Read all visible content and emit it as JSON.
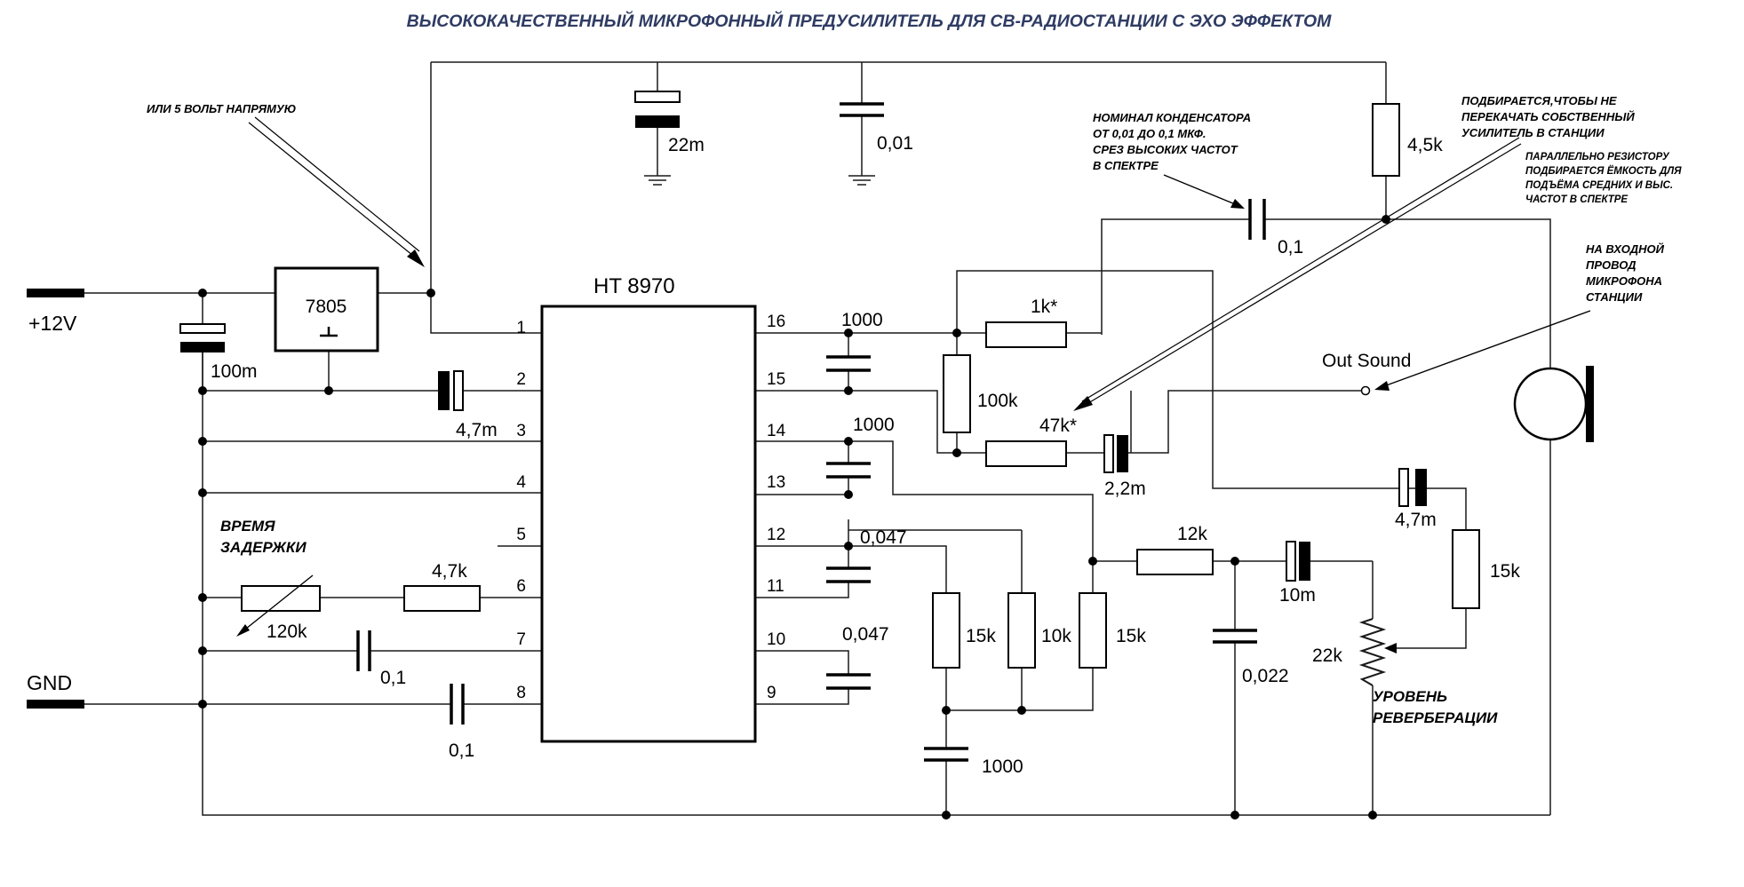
{
  "title": "ВЫСОКОКАЧЕСТВЕННЫЙ МИКРОФОННЫЙ ПРЕДУСИЛИТЕЛЬ ДЛЯ СВ-РАДИОСТАНЦИИ С ЭХО ЭФФЕКТОМ",
  "ic": {
    "name": "HT 8970",
    "left_pins": [
      "1",
      "2",
      "3",
      "4",
      "5",
      "6",
      "7",
      "8"
    ],
    "right_pins": [
      "16",
      "15",
      "14",
      "13",
      "12",
      "11",
      "10",
      "9"
    ]
  },
  "regulator": {
    "name": "7805"
  },
  "terminals": {
    "power": "+12V",
    "ground": "GND",
    "output": "Out Sound"
  },
  "components": {
    "c_22m": "22m",
    "c_0_01": "0,01",
    "c_100m": "100m",
    "c_4_7m_pin2": "4,7m",
    "c_1000_top": "1000",
    "c_1000_mid": "1000",
    "c_0_047_a": "0,047",
    "c_0_047_b": "0,047",
    "c_1000_bottom": "1000",
    "c_0_1_pin7": "0,1",
    "c_0_1_pin8": "0,1",
    "c_0_1_feedback": "0,1",
    "c_2_2m": "2,2m",
    "c_4_7m_right": "4,7m",
    "c_10m": "10m",
    "c_0_022": "0,022",
    "r_4_5k": "4,5k",
    "r_1k": "1k*",
    "r_100k": "100k",
    "r_47k": "47k*",
    "r_12k": "12k",
    "r_15k_a": "15k",
    "r_10k": "10k",
    "r_15k_b": "15k",
    "r_15k_right": "15k",
    "r_4_7k": "4,7k",
    "r_120k": "120k",
    "r_22k": "22k"
  },
  "annotations": {
    "direct_5v": "ИЛИ 5 ВОЛЬТ НАПРЯМУЮ",
    "cap_nominal": [
      "НОМИНАЛ КОНДЕНСАТОРА",
      "ОТ 0,01 ДО 0,1 МКФ.",
      "СРЕЗ ВЫСОКИХ ЧАСТОТ",
      "В СПЕКТРЕ"
    ],
    "selected": [
      "ПОДБИРАЕТСЯ,ЧТОБЫ НЕ",
      "ПЕРЕКАЧАТЬ СОБСТВЕННЫЙ",
      "УСИЛИТЕЛЬ В СТАНЦИИ"
    ],
    "parallel": [
      "ПАРАЛЛЕЛЬНО РЕЗИСТОРУ",
      "ПОДБИРАЕТСЯ ЁМКОСТЬ ДЛЯ",
      "ПОДЪЁМА СРЕДНИХ И ВЫС.",
      "ЧАСТОТ В СПЕКТРЕ"
    ],
    "mic_input": [
      "НА ВХОДНОЙ",
      "ПРОВОД",
      "МИКРОФОНА",
      "СТАНЦИИ"
    ],
    "delay_time": [
      "ВРЕМЯ",
      "ЗАДЕРЖКИ"
    ],
    "reverb_level": [
      "УРОВЕНЬ",
      "РЕВЕРБЕРАЦИИ"
    ]
  }
}
